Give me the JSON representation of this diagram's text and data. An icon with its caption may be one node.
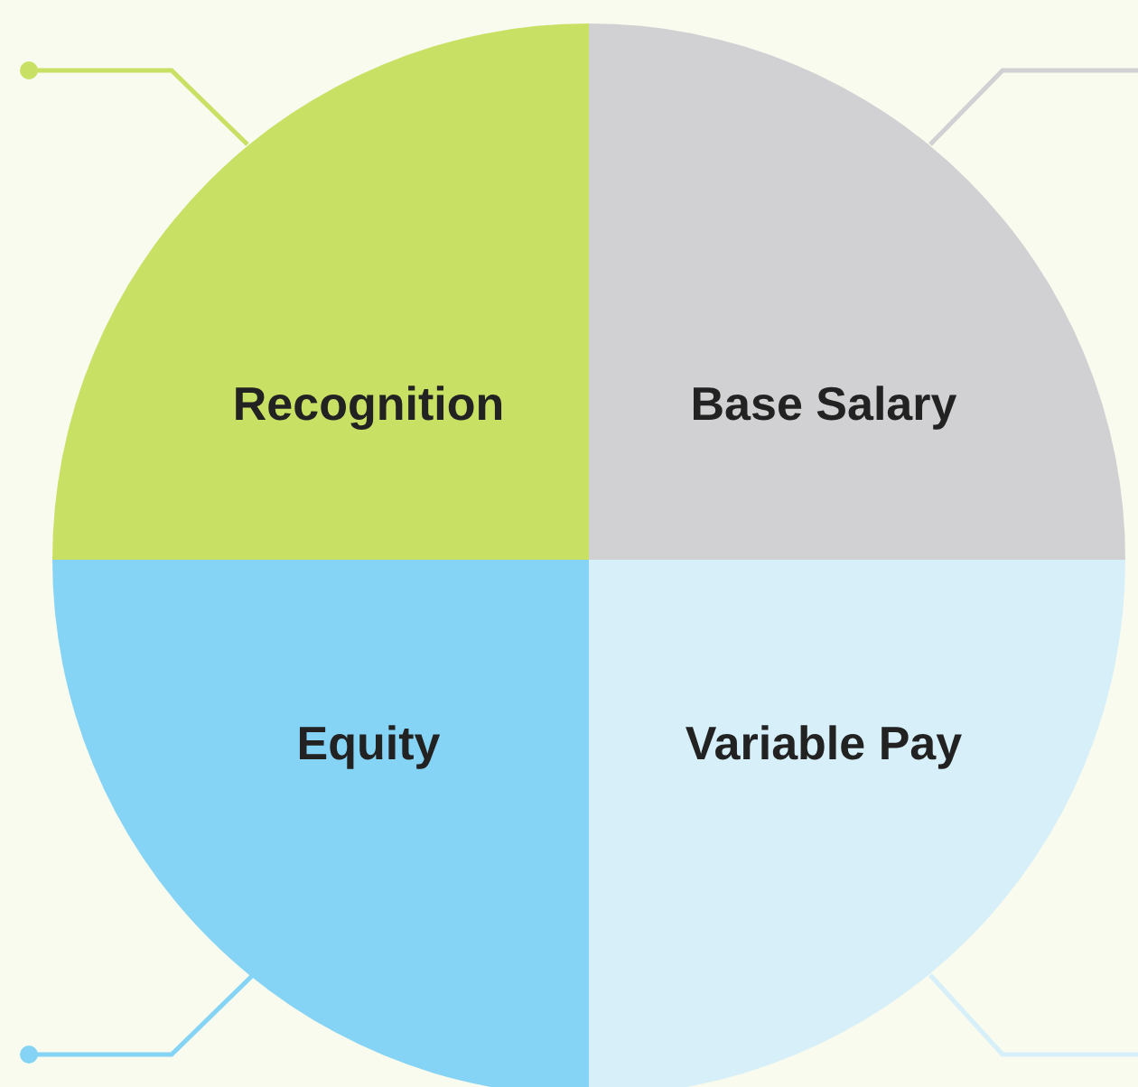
{
  "diagram": {
    "nodes": [
      {
        "text": [
          "Recognition"
        ]
      },
      {
        "text": [
          "Base Salary"
        ]
      },
      {
        "text": [
          "Equity"
        ]
      },
      {
        "text": [
          "Variable Pay"
        ]
      }
    ],
    "edges": [
      {
        "from": 0,
        "to": null,
        "arrow": "other",
        "color": "#c8e064"
      },
      {
        "from": 1,
        "to": null,
        "arrow": "none",
        "color": "#d1d1d3"
      },
      {
        "from": 2,
        "to": null,
        "arrow": "other",
        "color": "#86d4f5"
      },
      {
        "from": 3,
        "to": null,
        "arrow": "none",
        "color": "#d6eff9"
      }
    ]
  }
}
